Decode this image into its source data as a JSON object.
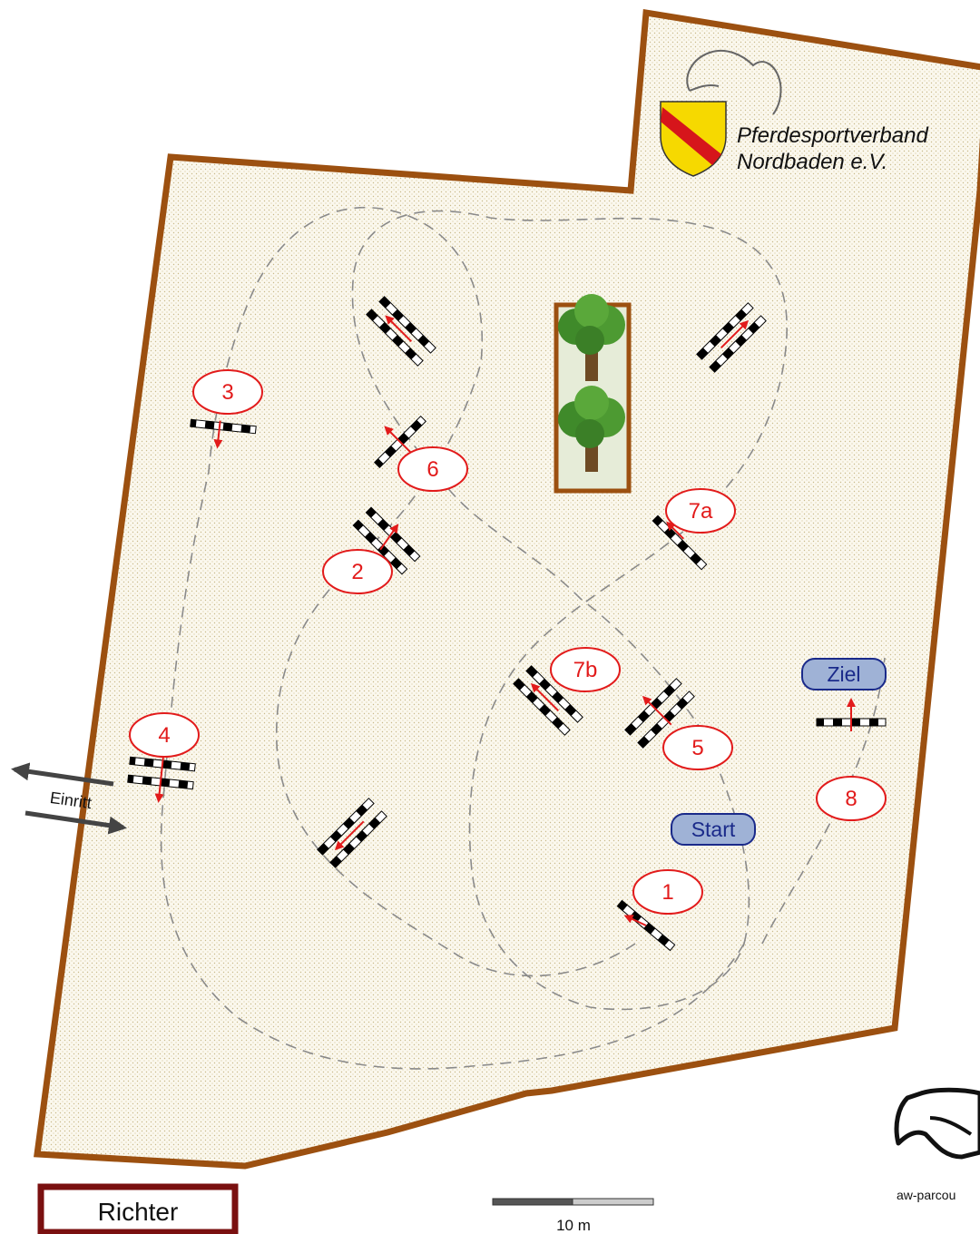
{
  "brand": {
    "org_line1": "Pferdesportverband",
    "org_line2": "Nordbaden e.V.",
    "designer": "aw-parcou"
  },
  "labels": {
    "entrance": "Einritt",
    "judge": "Richter",
    "scale": "10 m",
    "start": "Start",
    "finish": "Ziel"
  },
  "fence_numbers": [
    "1",
    "2",
    "3",
    "4",
    "5",
    "6",
    "7a",
    "7b",
    "8"
  ],
  "colors": {
    "arena_border": "#9c5010",
    "arena_fill": "#fbf8ee",
    "number_red": "#e21b1b",
    "start_finish_fill": "#9fb2d6",
    "start_finish_text": "#1a2a8a",
    "judge_border": "#7a1010"
  }
}
